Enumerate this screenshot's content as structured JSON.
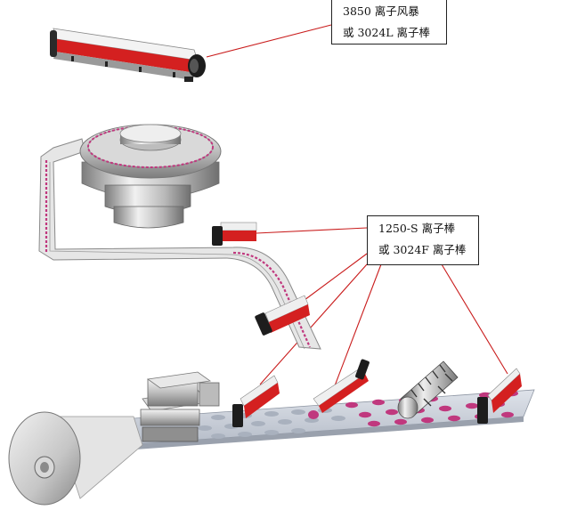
{
  "callouts": {
    "top": {
      "line1": "3850 离子风暴",
      "line2": "或 3024L 离子棒"
    },
    "mid": {
      "line1": "1250-S 离子棒",
      "line2": "或 3024F 离子棒"
    }
  },
  "colors": {
    "accent": "#d21f1f",
    "leader_line": "#c91c1c",
    "metal_light": "#e9e9e9",
    "metal_dark": "#8e8e8e",
    "belt": "#c9ced8",
    "product": "#c0387e"
  }
}
